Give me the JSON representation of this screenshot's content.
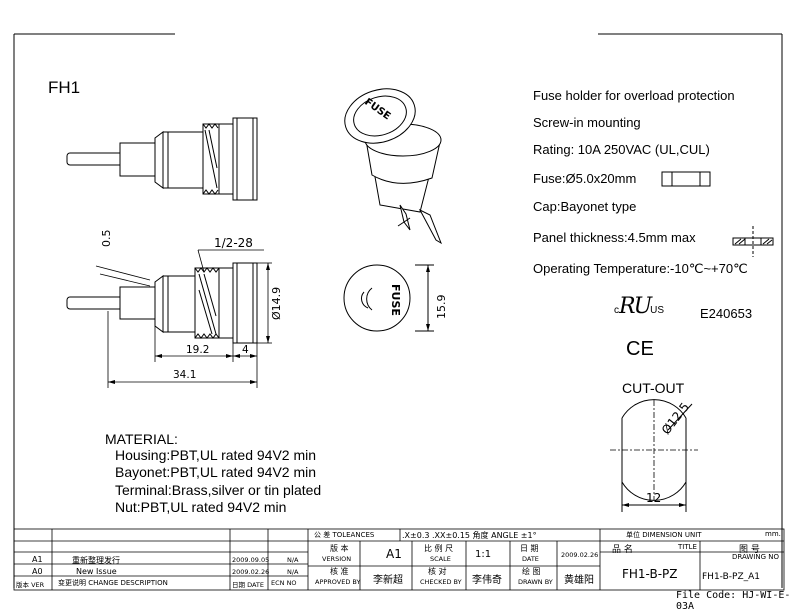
{
  "part_code": "FH1",
  "dimensions": {
    "thread": "1/2-28",
    "offset": "0.5",
    "diameter": "Ø14.9",
    "length_a": "19.2",
    "length_b": "4",
    "length_total": "34.1",
    "cap_height": "15.9",
    "cutout_label": "CUT-OUT",
    "cutout_diameter": "Ø12.5",
    "cutout_width": "12"
  },
  "cap_text": "FUSE",
  "specs": {
    "line1": "Fuse holder for overload protection",
    "line2": "Screw-in mounting",
    "line3": "Rating: 10A 250VAC (UL,CUL)",
    "line4": "Fuse:Ø5.0x20mm",
    "line5": "Cap:Bayonet type",
    "line6": "Panel thickness:4.5mm max",
    "line7": "Operating Temperature:-10℃~+70℃"
  },
  "certifications": {
    "ul_mark": "RU",
    "ul_c": "c",
    "ul_us": "US",
    "ul_file": "E240653",
    "ce_mark": "CE"
  },
  "material": {
    "heading": "MATERIAL:",
    "housing": "Housing:PBT,UL rated 94V2 min",
    "bayonet": "Bayonet:PBT,UL rated 94V2 min",
    "terminal": "Terminal:Brass,silver or tin plated",
    "nut": "Nut:PBT,UL rated 94V2 min"
  },
  "title_block": {
    "tolerances_label": "公 差 TOLEANCES",
    "tolerances_value": ".X±0.3  .XX±0.15  角度 ANGLE ±1°",
    "unit_label": "单位  DIMENSION UNIT",
    "unit_value": "mm.",
    "version_cn": "版 本",
    "version_en": "VERSION",
    "version_value": "A1",
    "scale_cn": "比 例 尺",
    "scale_en": "SCALE",
    "scale_value": "1:1",
    "date_cn": "日 期",
    "date_en": "DATE",
    "date_value": "2009.02.26",
    "title_cn": "品 名",
    "title_en": "TITLE",
    "title_value": "FH1-B-PZ",
    "drawing_no_cn": "图 号",
    "drawing_no_en": "DRAWING NO",
    "drawing_no_value": "FH1-B-PZ_A1",
    "approved_cn": "核 准",
    "approved_en": "APPROVED BY",
    "approved_name": "李新超",
    "checked_cn": "核 对",
    "checked_en": "CHECKED BY",
    "checked_name": "李伟奇",
    "drawn_cn": "绘 图",
    "drawn_en": "DRAWN BY",
    "drawn_name": "黄雄阳",
    "rev_ver_label": "版本 VER",
    "rev_desc_label": "变更说明  CHANGE DESCRIPTION",
    "rev_date_label": "日期 DATE",
    "rev_ecn_label": "ECN NO",
    "revisions": [
      {
        "ver": "A1",
        "desc": "重新整理发行",
        "date": "2009.09.05",
        "ecn": "N/A"
      },
      {
        "ver": "A0",
        "desc": "New Issue",
        "date": "2009.02.26",
        "ecn": "N/A"
      }
    ]
  },
  "file_code": "File Code: HJ-WI-E-03A"
}
